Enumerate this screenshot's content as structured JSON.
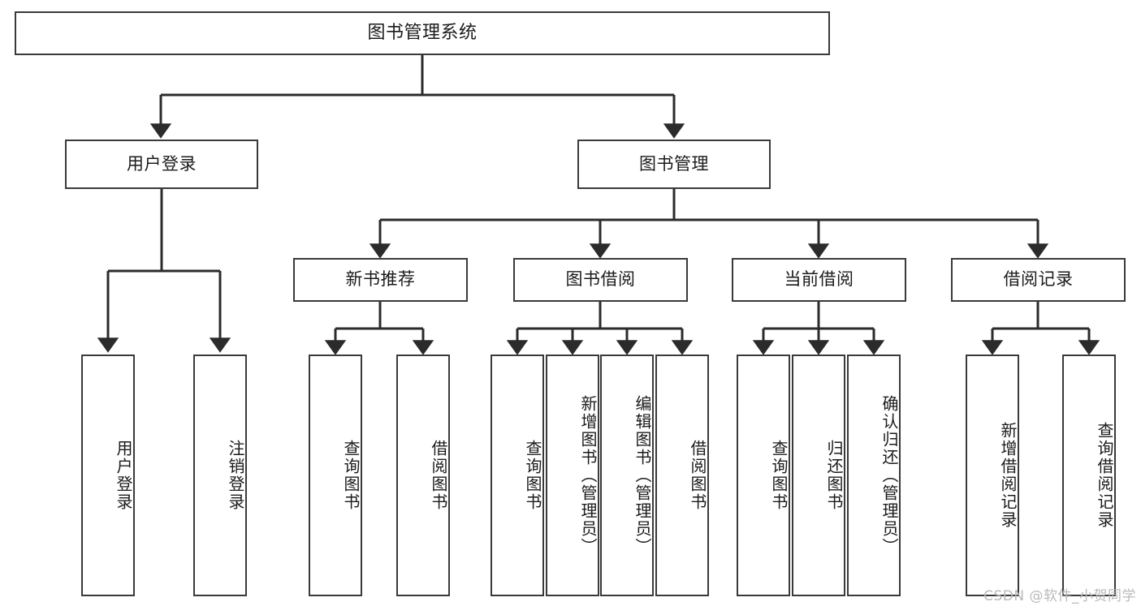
{
  "diagram": {
    "title": "图书管理系统",
    "type": "tree-hierarchy-chart",
    "watermark": "CSDN @软件_小贺同学",
    "colors": {
      "background": "#ffffff",
      "box_border": "#3a3a3a",
      "box_fill": "#ffffff",
      "text": "#1b1b1b",
      "connector": "#2b2b2b",
      "watermark": "#b9b9b9"
    }
  },
  "nodes": {
    "root": {
      "label": "图书管理系统"
    },
    "level2": [
      {
        "id": "user-login",
        "label": "用户登录"
      },
      {
        "id": "book-management",
        "label": "图书管理"
      }
    ],
    "level3": [
      {
        "id": "new-book-recommend",
        "label": "新书推荐"
      },
      {
        "id": "book-borrow",
        "label": "图书借阅"
      },
      {
        "id": "current-borrow",
        "label": "当前借阅"
      },
      {
        "id": "borrow-record",
        "label": "借阅记录"
      }
    ],
    "leaves": {
      "user-login": [
        {
          "id": "user-login-leaf",
          "label": "用户登录"
        },
        {
          "id": "logout-leaf",
          "label": "注销登录"
        }
      ],
      "new-book-recommend": [
        {
          "id": "query-book-1",
          "label": "查询图书"
        },
        {
          "id": "borrow-book-1",
          "label": "借阅图书"
        }
      ],
      "book-borrow": [
        {
          "id": "query-book-2",
          "label": "查询图书"
        },
        {
          "id": "add-book",
          "label": "新增图书（管理员）"
        },
        {
          "id": "edit-book",
          "label": "编辑图书（管理员）"
        },
        {
          "id": "borrow-book-2",
          "label": "借阅图书"
        }
      ],
      "current-borrow": [
        {
          "id": "query-book-3",
          "label": "查询图书"
        },
        {
          "id": "return-book",
          "label": "归还图书"
        },
        {
          "id": "confirm-return",
          "label": "确认归还（管理员）"
        }
      ],
      "borrow-record": [
        {
          "id": "add-borrow-record",
          "label": "新增借阅记录"
        },
        {
          "id": "query-borrow-record",
          "label": "查询借阅记录"
        }
      ]
    }
  }
}
